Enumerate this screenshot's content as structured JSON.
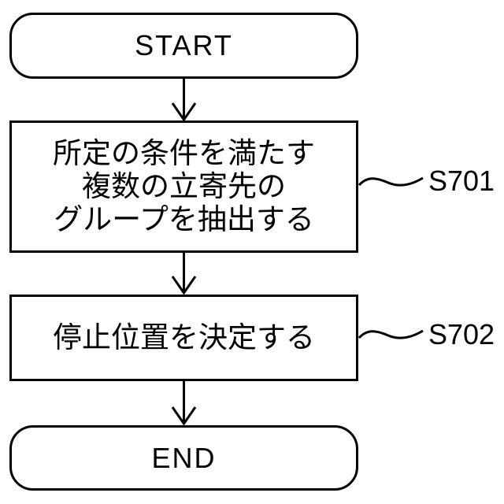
{
  "figure": {
    "kind": "flowchart",
    "background_color": "#ffffff",
    "line_color": "#000000",
    "start": {
      "label": "START"
    },
    "step1": {
      "line1": "所定の条件を満たす",
      "line2": "複数の立寄先の",
      "line3": "グループを抽出する",
      "step_id": "S701"
    },
    "step2": {
      "label": "停止位置を決定する",
      "step_id": "S702"
    },
    "end": {
      "label": "END"
    }
  }
}
